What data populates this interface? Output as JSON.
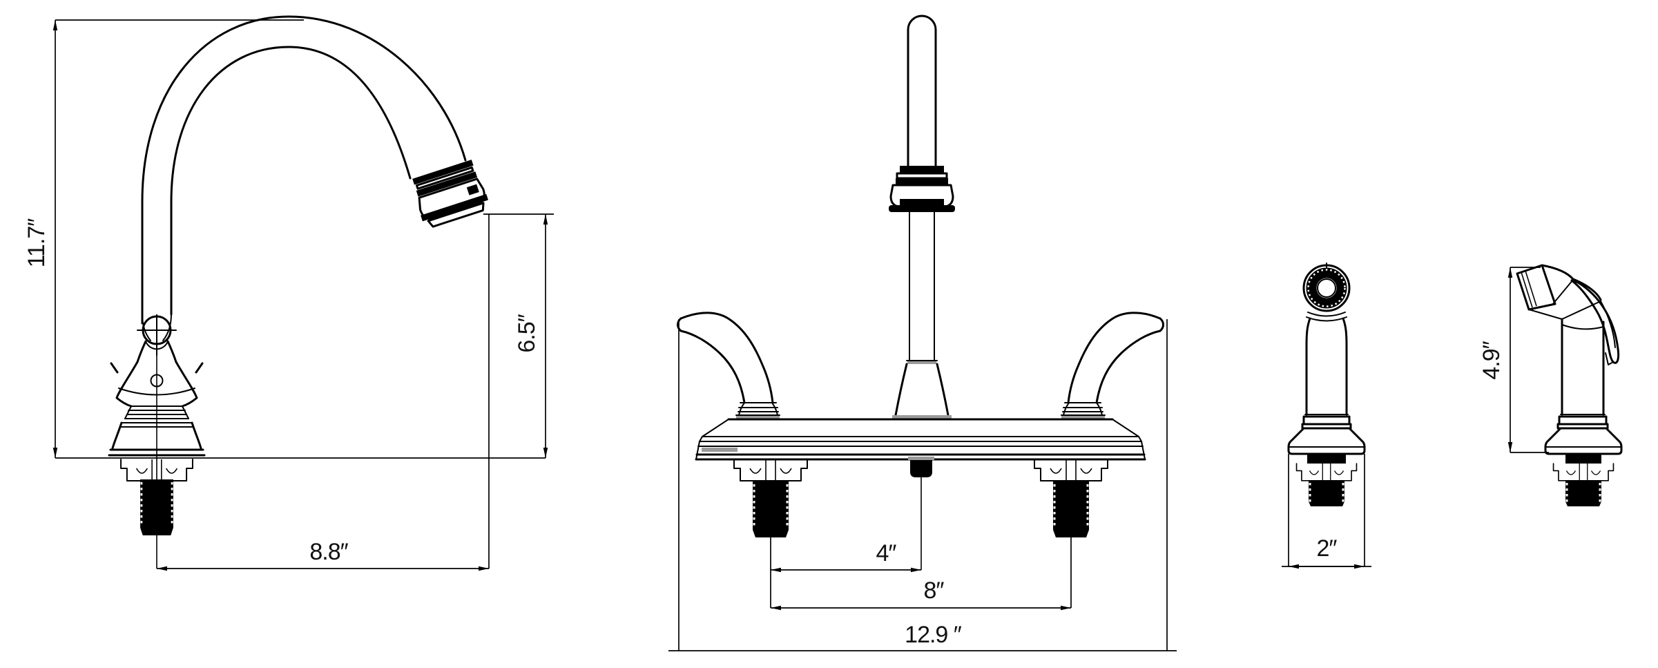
{
  "drawing": {
    "title": "Two-handle kitchen faucet with gooseneck spout and side sprayer — dimensional line drawing",
    "views": [
      "faucet side view",
      "faucet front view",
      "sprayer front view",
      "sprayer side view"
    ]
  },
  "dimensions": {
    "faucet_side": {
      "overall_height": {
        "label": "11.7″",
        "inches": 11.7
      },
      "spout_height": {
        "label": "6.5″",
        "inches": 6.5
      },
      "spout_reach": {
        "label": "8.8″",
        "inches": 8.8
      }
    },
    "faucet_front": {
      "center_to_shank": {
        "label": "4″",
        "inches": 4
      },
      "shank_spacing": {
        "label": "8″",
        "inches": 8
      },
      "overall_width": {
        "label": "12.9 ″",
        "inches": 12.9
      }
    },
    "sprayer_front": {
      "base_width": {
        "label": "2″",
        "inches": 2
      }
    },
    "sprayer_side": {
      "height": {
        "label": "4.9″",
        "inches": 4.9
      }
    }
  },
  "colors": {
    "line": "#000000",
    "background": "#ffffff",
    "fill_dark": "#000000",
    "accent_gray": "#9a9a9a"
  }
}
